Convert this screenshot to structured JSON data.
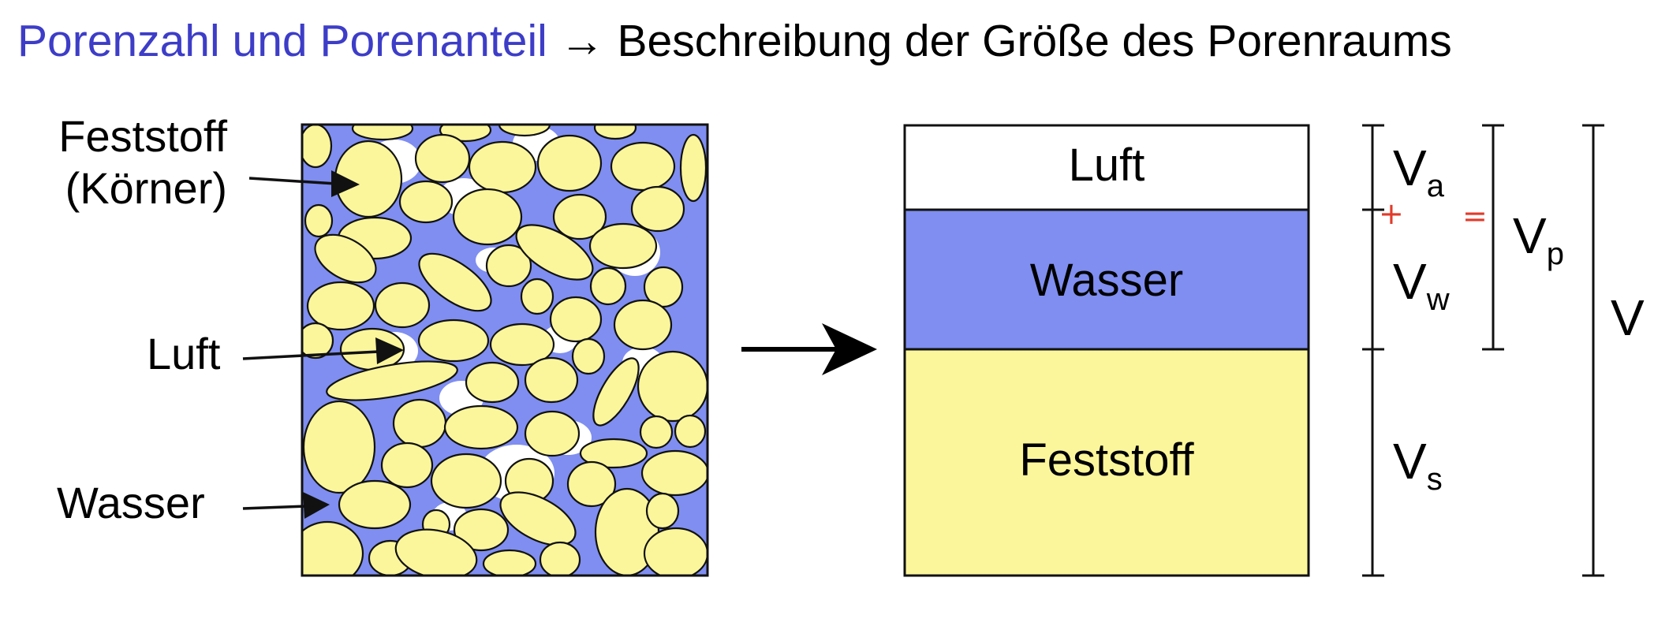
{
  "heading": {
    "highlight": "Porenzahl und Porenanteil",
    "arrow": "→",
    "rest": "Beschreibung der Größe des Porenraums"
  },
  "left_labels": {
    "feststoff_line1": "Feststoff",
    "feststoff_line2": "(Körner)",
    "luft": "Luft",
    "wasser": "Wasser"
  },
  "phase_diagram": {
    "luft": "Luft",
    "wasser": "Wasser",
    "feststoff": "Feststoff"
  },
  "volumes": {
    "Va": {
      "base": "V",
      "sub": "a"
    },
    "Vw": {
      "base": "V",
      "sub": "w"
    },
    "Vp": {
      "base": "V",
      "sub": "p"
    },
    "Vs": {
      "base": "V",
      "sub": "s"
    },
    "V": "V"
  },
  "annotations": {
    "plus": "+",
    "equals": "="
  },
  "colors": {
    "heading_highlight": "#3d3dc8",
    "water": "#7f8ef0",
    "solid": "#fbf69b",
    "air": "#ffffff",
    "annotation": "#e23a2a"
  }
}
